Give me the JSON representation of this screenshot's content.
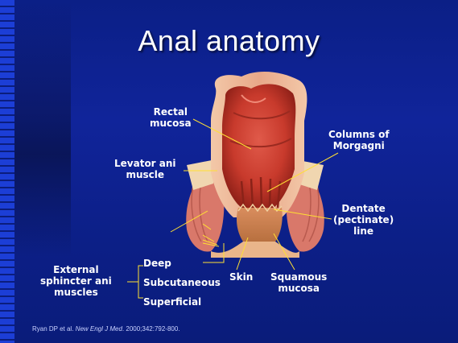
{
  "title": "Anal anatomy",
  "labels": {
    "rectal_mucosa": [
      "Rectal",
      "mucosa"
    ],
    "columns_of_morgagni": [
      "Columns of",
      "Morgagni"
    ],
    "levator_ani": [
      "Levator ani",
      "muscle"
    ],
    "dentate_line": [
      "Dentate",
      "(pectinate)",
      "line"
    ],
    "external_sphincter": [
      "External",
      "sphincter ani",
      "muscles"
    ],
    "deep": "Deep",
    "subcutaneous": "Subcutaneous",
    "superficial": "Superficial",
    "skin": "Skin",
    "squamous_mucosa": [
      "Squamous",
      "mucosa"
    ]
  },
  "citation": {
    "authors": "Ryan DP et al.",
    "journal": "New Engl J Med",
    "details": ". 2000;342:792-800."
  },
  "colors": {
    "background": "#10249a",
    "sidebar": "#1c3ed6",
    "leader_lines": "#ffe033"
  }
}
